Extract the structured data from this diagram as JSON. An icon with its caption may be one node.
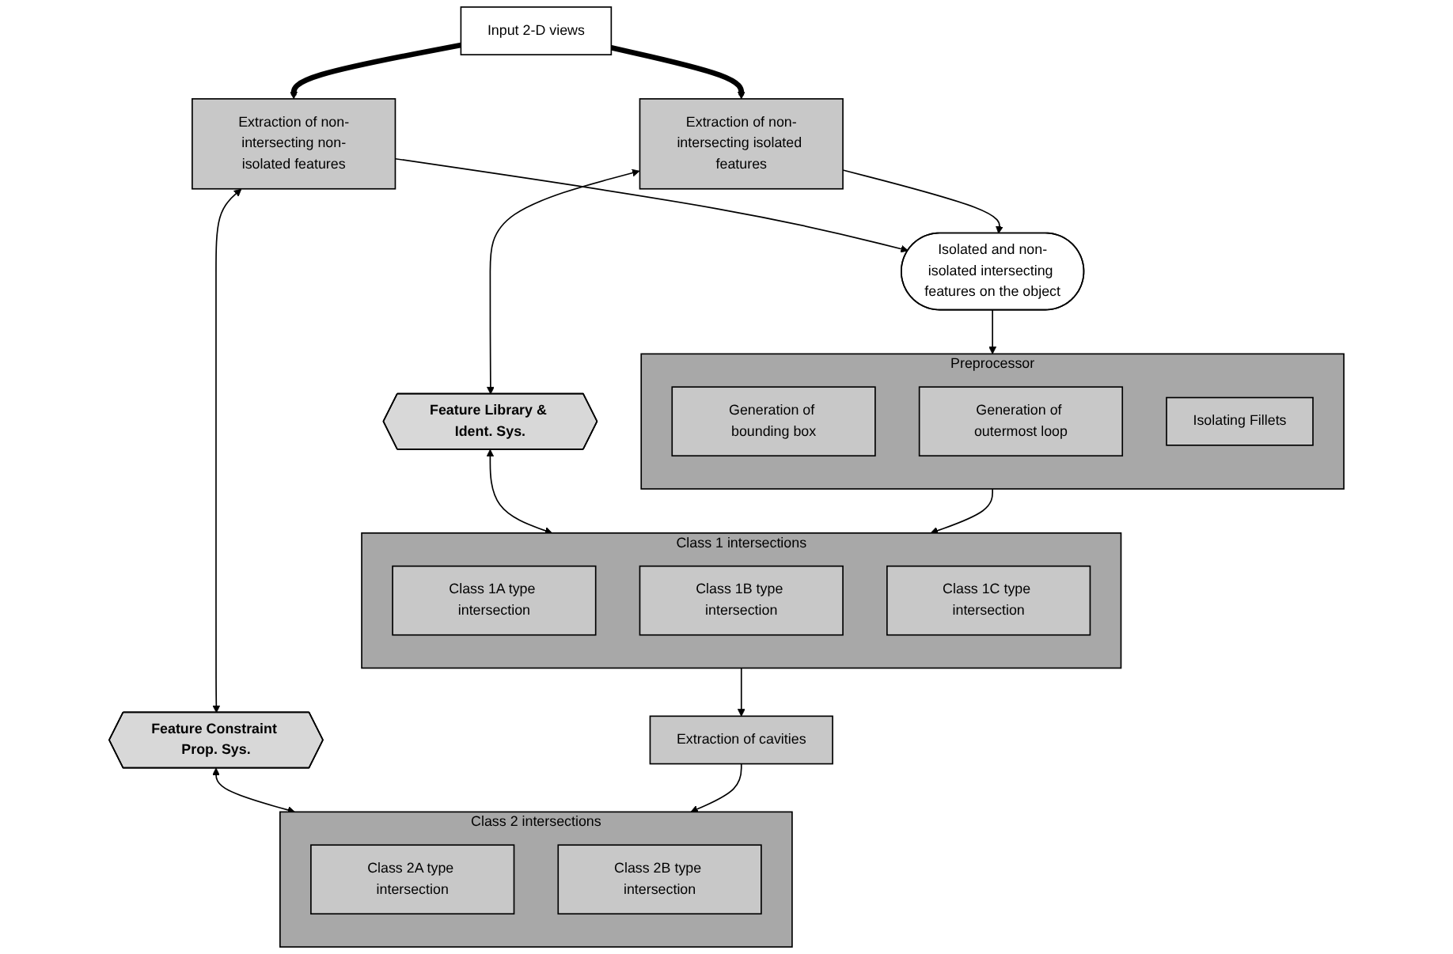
{
  "diagram": {
    "nodes": [
      {
        "text": [
          "Input 2-D views"
        ]
      },
      {
        "text": [
          "Extraction of non-intersecting non-isolated features"
        ]
      },
      {
        "text": [
          "Feature Constraint Prop. Sys."
        ]
      },
      {
        "text": [
          "Extraction of non-intersecting isolated features"
        ]
      },
      {
        "text": [
          "Feature Library & Ident. Sys."
        ]
      },
      {
        "text": [
          "Isolated and non-isolated intersecting features on the object"
        ]
      },
      {
        "text": [
          "Preprocessor"
        ]
      },
      {
        "text": [
          "Generation of bounding box"
        ],
        "in": 6
      },
      {
        "text": [
          "Generation of outermost loop"
        ],
        "in": 6
      },
      {
        "text": [
          "Isolating Fillets"
        ],
        "in": 6
      },
      {
        "text": [
          "Class 1 intersections"
        ]
      },
      {
        "text": [
          "Class 1A type intersection"
        ],
        "in": 10
      },
      {
        "text": [
          "Class 1B type intersection"
        ],
        "in": 10
      },
      {
        "text": [
          "Class 1C type intersection"
        ],
        "in": 10
      },
      {
        "text": [
          "Extraction of cavities"
        ]
      },
      {
        "text": [
          "Class 2 intersections"
        ]
      },
      {
        "text": [
          "Class 2A type intersection"
        ],
        "in": 15
      },
      {
        "text": [
          "Class 2B type intersection"
        ],
        "in": 15
      }
    ],
    "edges": [
      {
        "from": 0,
        "to": 1,
        "arrow": "to",
        "style": "thick"
      },
      {
        "from": 0,
        "to": 3,
        "arrow": "to",
        "style": "thick"
      },
      {
        "from": 1,
        "to": 2,
        "arrow": "both"
      },
      {
        "from": 3,
        "to": 4,
        "arrow": "both"
      },
      {
        "from": 1,
        "to": 5,
        "arrow": "to"
      },
      {
        "from": 3,
        "to": 5,
        "arrow": "to"
      },
      {
        "from": 2,
        "to": 15,
        "arrow": "both"
      },
      {
        "from": 4,
        "to": 10,
        "arrow": "both"
      },
      {
        "from": 5,
        "to": 6,
        "arrow": "to"
      },
      {
        "from": 6,
        "to": 10,
        "arrow": "to"
      },
      {
        "from": 10,
        "to": 14,
        "arrow": "to"
      },
      {
        "from": 14,
        "to": 15,
        "arrow": "to"
      }
    ]
  }
}
